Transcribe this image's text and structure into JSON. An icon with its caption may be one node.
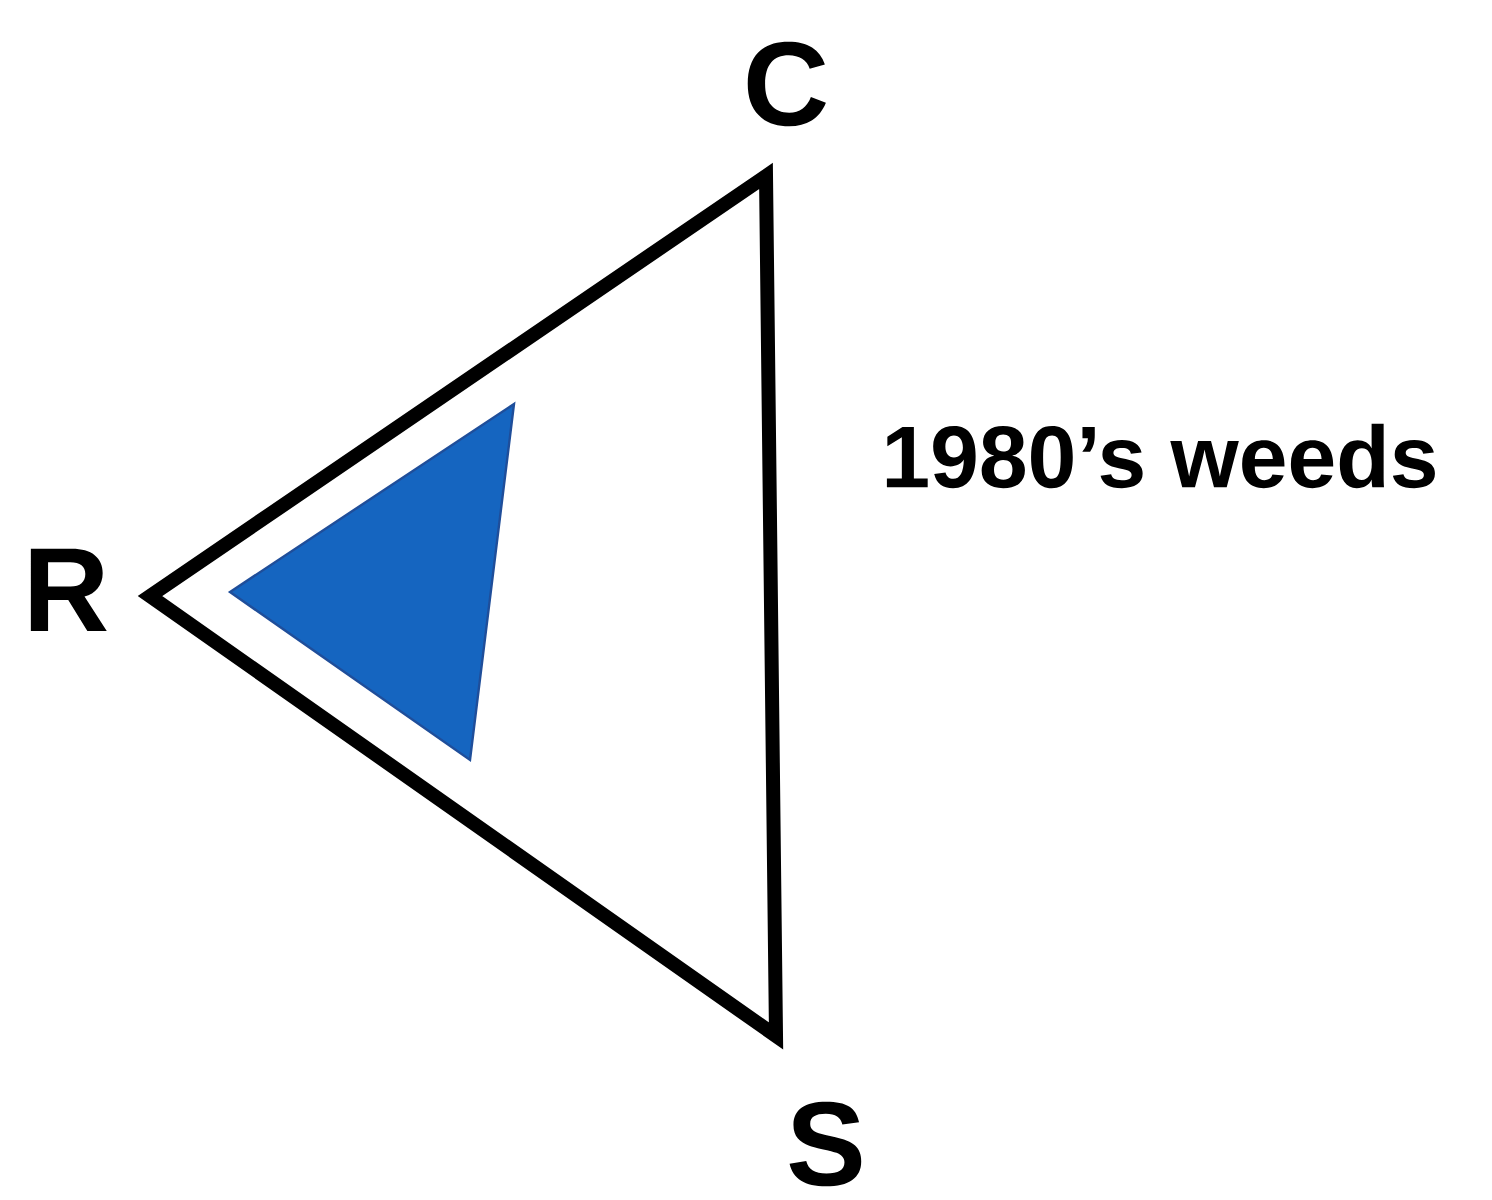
{
  "diagram": {
    "labels": [
      "C",
      "1980’s weeds",
      "R",
      "S"
    ]
  }
}
